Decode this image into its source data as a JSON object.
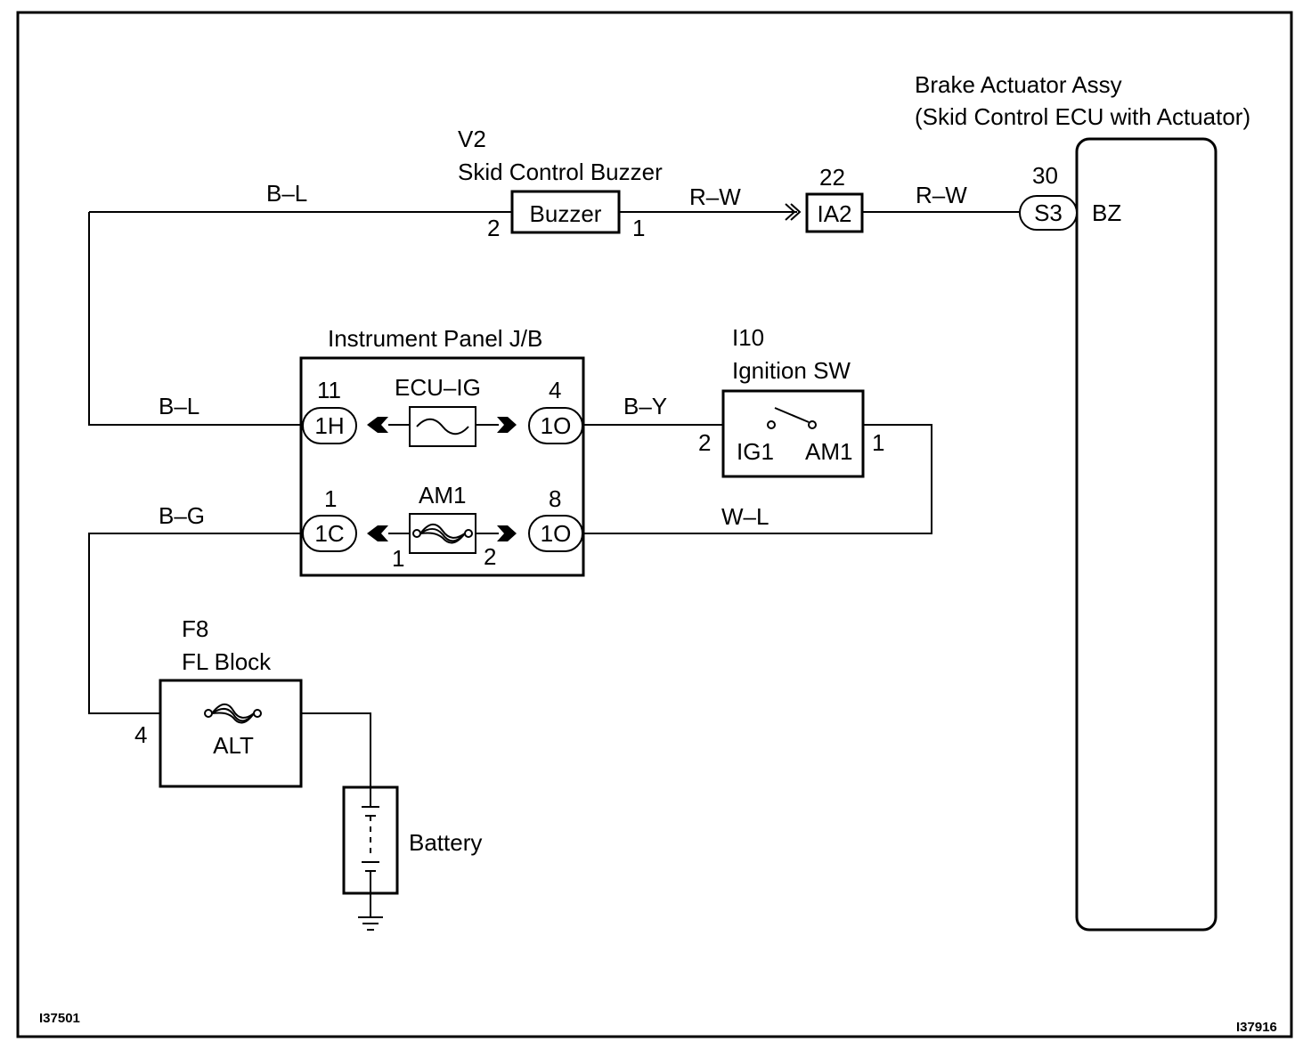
{
  "figure_ids": {
    "left": "I37501",
    "right": "I37916"
  },
  "brake_actuator": {
    "title": "Brake Actuator Assy",
    "subtitle": "(Skid Control ECU with Actuator)",
    "pin_number": "30",
    "pin_code": "S3",
    "terminal": "BZ"
  },
  "buzzer": {
    "code": "V2",
    "name": "Skid Control Buzzer",
    "label": "Buzzer",
    "pin_left": "2",
    "pin_right": "1"
  },
  "connector_ia2": {
    "pin_number": "22",
    "code": "IA2"
  },
  "junction_block": {
    "title": "Instrument Panel J/B",
    "fuse_top": {
      "name": "ECU–IG",
      "left_pin": "11",
      "left_code": "1H",
      "right_pin": "4",
      "right_code": "1O"
    },
    "fuse_bottom": {
      "name": "AM1",
      "left_pin": "1",
      "left_code": "1C",
      "right_pin": "8",
      "right_code": "1O",
      "left_terminal": "1",
      "right_terminal": "2"
    }
  },
  "ignition_switch": {
    "code": "I10",
    "name": "Ignition SW",
    "left_terminal": "IG1",
    "right_terminal": "AM1",
    "left_pin": "2",
    "right_pin": "1"
  },
  "fl_block": {
    "code": "F8",
    "name": "FL Block",
    "fuse_label": "ALT",
    "pin": "4"
  },
  "battery": {
    "label": "Battery"
  },
  "wires": {
    "bl_top": "B–L",
    "rw_left": "R–W",
    "rw_right": "R–W",
    "bl_mid": "B–L",
    "by": "B–Y",
    "bg": "B–G",
    "wl": "W–L"
  }
}
